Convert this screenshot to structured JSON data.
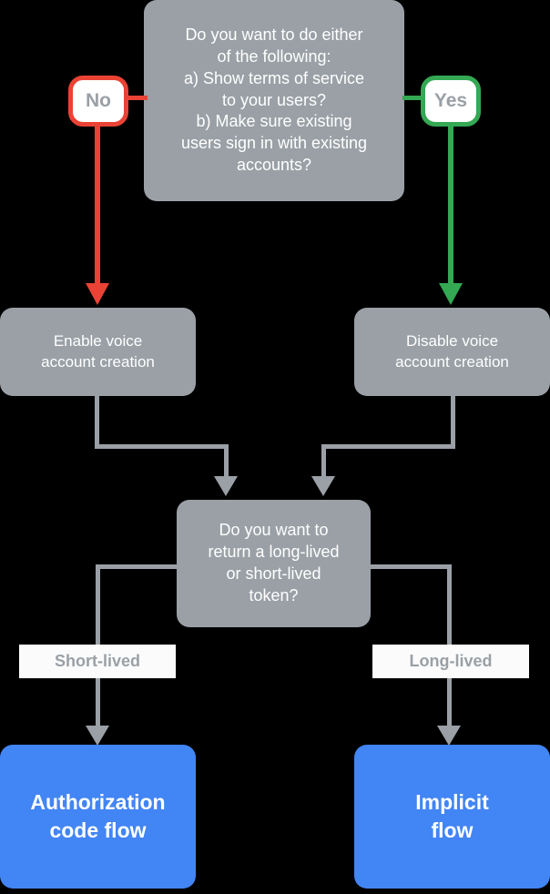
{
  "diagram": {
    "title": "Voice account linking flow decision chart",
    "background_color": "#000000"
  },
  "nodes": {
    "question_top": {
      "text": "Do you want to do either\nof the following:\na) Show terms of service\nto your users?\nb) Make sure existing\nusers sign in with existing\naccounts?",
      "color": "#9aa0a6",
      "shape": "rounded-rectangle"
    },
    "chip_no": {
      "label": "No",
      "border_color": "#ea4335",
      "fill_color": "#ffffff",
      "text_color": "#9aa0a6"
    },
    "chip_yes": {
      "label": "Yes",
      "border_color": "#34a853",
      "fill_color": "#ffffff",
      "text_color": "#9aa0a6"
    },
    "enable_voice": {
      "text": "Enable voice\naccount creation",
      "color": "#9aa0a6"
    },
    "disable_voice": {
      "text": "Disable voice\naccount creation",
      "color": "#9aa0a6"
    },
    "question_token": {
      "text": "Do you want to\nreturn a long-lived\nor short-lived\ntoken?",
      "color": "#9aa0a6"
    },
    "label_short": {
      "text": "Short-lived",
      "fill_color": "#fbfbfb",
      "text_color": "#9aa0a6"
    },
    "label_long": {
      "text": "Long-lived",
      "fill_color": "#fbfbfb",
      "text_color": "#9aa0a6"
    },
    "auth_code_flow": {
      "text": "Authorization\ncode flow",
      "color": "#4285f4",
      "text_color": "#ffffff"
    },
    "implicit_flow": {
      "text": "Implicit\nflow",
      "color": "#4285f4",
      "text_color": "#ffffff"
    }
  },
  "edges": {
    "no_branch_color": "#ea4335",
    "yes_branch_color": "#34a853",
    "default_color": "#9aa0a6"
  }
}
